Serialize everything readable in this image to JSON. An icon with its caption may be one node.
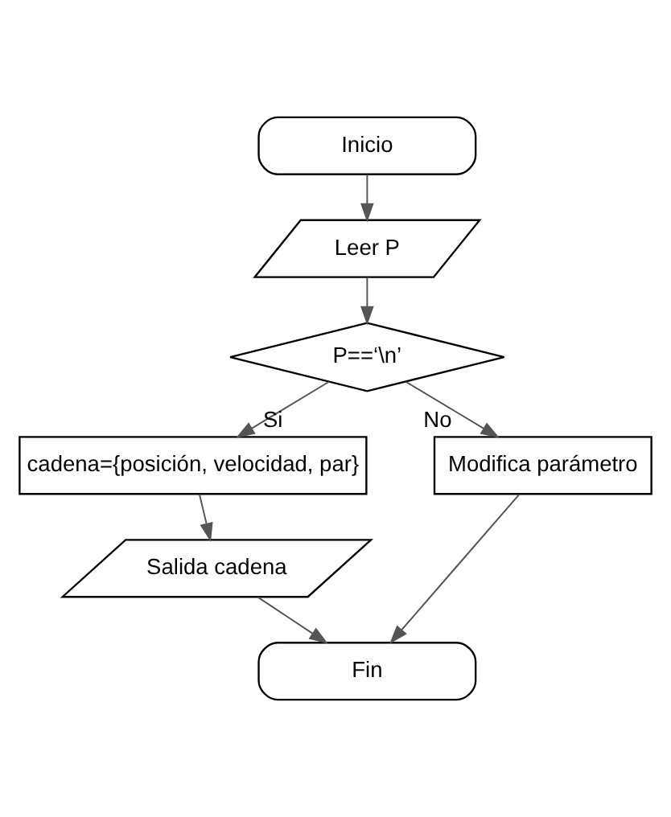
{
  "diagram": {
    "nodes": [
      {
        "text": [
          "Inicio"
        ]
      },
      {
        "text": [
          "Leer P"
        ]
      },
      {
        "text": [
          "P==‘\\n’"
        ]
      },
      {
        "text": [
          "cadena={posición, velocidad, par}"
        ]
      },
      {
        "text": [
          "Modifica parámetro"
        ]
      },
      {
        "text": [
          "Salida cadena"
        ]
      },
      {
        "text": [
          "Fin"
        ]
      }
    ],
    "edges": [
      {
        "from": 0,
        "to": 1,
        "arrow": "to"
      },
      {
        "from": 1,
        "to": 2,
        "arrow": "to"
      },
      {
        "from": 2,
        "to": 3,
        "label": "Si",
        "arrow": "to"
      },
      {
        "from": 2,
        "to": 4,
        "label": "No",
        "arrow": "to"
      },
      {
        "from": 3,
        "to": 5,
        "arrow": "to"
      },
      {
        "from": 5,
        "to": 6,
        "arrow": "to"
      },
      {
        "from": 4,
        "to": 6,
        "arrow": "to"
      }
    ]
  }
}
